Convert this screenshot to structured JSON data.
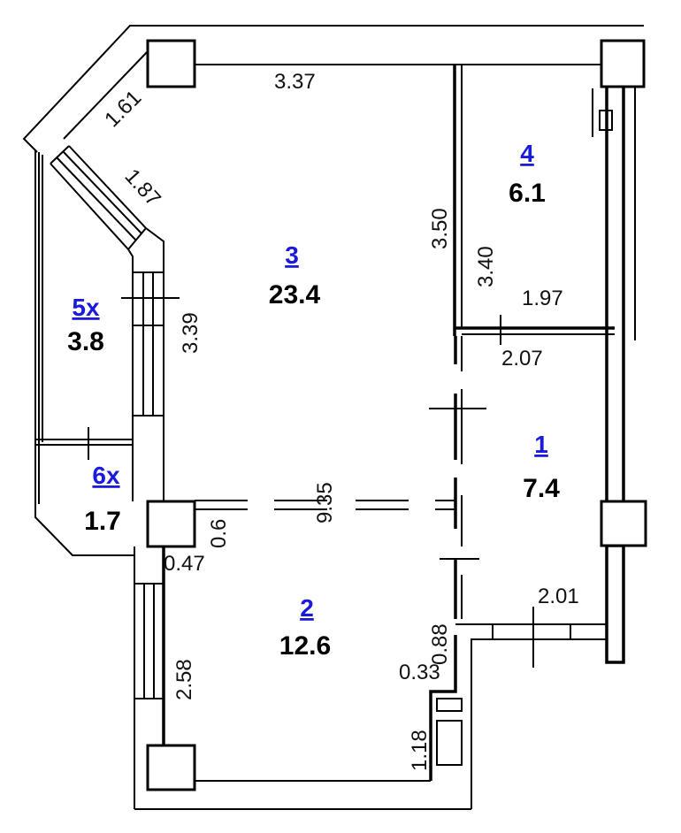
{
  "title": "Apartment floor plan",
  "rooms": [
    {
      "id": "1",
      "area": "7.4"
    },
    {
      "id": "2",
      "area": "12.6"
    },
    {
      "id": "3",
      "area": "23.4"
    },
    {
      "id": "4",
      "area": "6.1"
    },
    {
      "id": "5x",
      "area": "3.8"
    },
    {
      "id": "6x",
      "area": "1.7"
    }
  ],
  "dimensions": {
    "d337": "3.37",
    "d161": "1.61",
    "d187": "1.87",
    "d339": "3.39",
    "d350": "3.50",
    "d340": "3.40",
    "d197": "1.97",
    "d207": "2.07",
    "d935": "9.35",
    "d06": "0.6",
    "d047": "0.47",
    "d258": "2.58",
    "d201": "2.01",
    "d088": "0.88",
    "d033": "0.33",
    "d118": "1.18"
  },
  "colors": {
    "room_label": "#1a1add",
    "wall": "#000000"
  }
}
